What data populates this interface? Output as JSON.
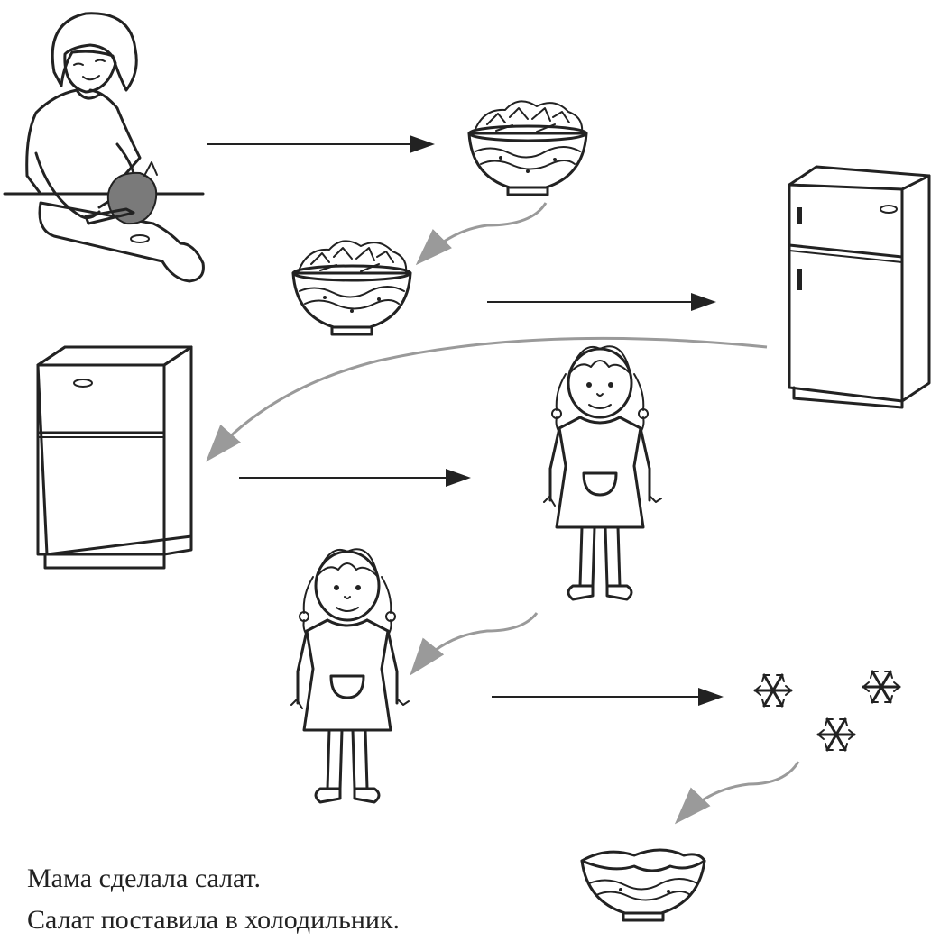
{
  "caption": {
    "line1": "Мама сделала салат.",
    "line2": "Салат поставила в холодильник."
  },
  "colors": {
    "ink": "#222222",
    "flow_arrow": "#9a9a9a",
    "blouse_fill": "#7a7a7a"
  },
  "figures": [
    "mother-cutting-vegetables",
    "salad-bowl",
    "refrigerator",
    "girl",
    "snowflakes",
    "empty-bowl"
  ]
}
